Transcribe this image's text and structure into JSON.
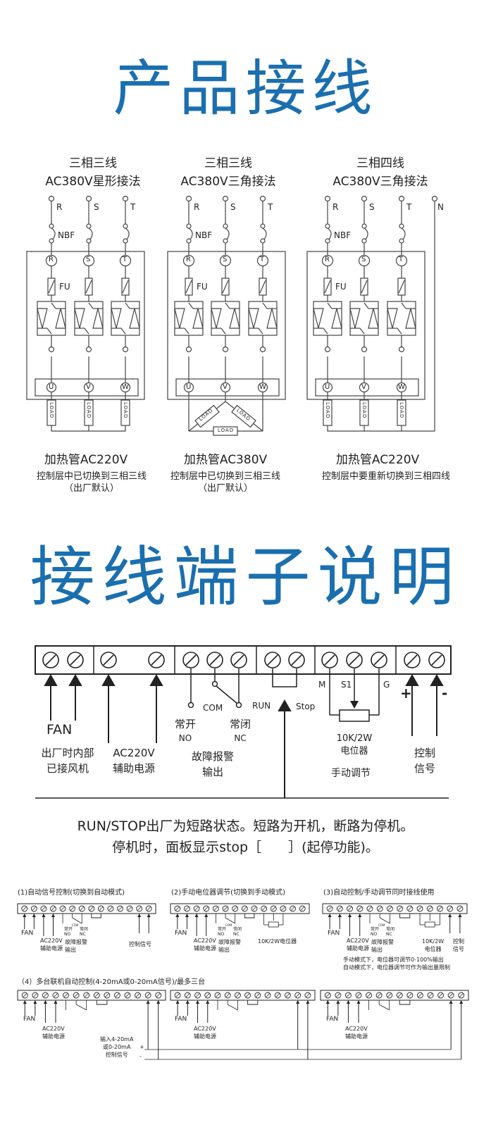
{
  "headings": {
    "product_wiring": "产品接线",
    "terminal_desc": "接线端子说明"
  },
  "wiring": [
    {
      "line1": "三相三线",
      "line2": "AC380V星形接法",
      "caption": "加热管AC220V",
      "note1": "控制层中已切换到三相三线",
      "note2": "（出厂默认）"
    },
    {
      "line1": "三相三线",
      "line2": "AC380V三角接法",
      "caption": "加热管AC380V",
      "note1": "控制层中已切换到三相三线",
      "note2": "（出厂默认）"
    },
    {
      "line1": "三相四线",
      "line2": "AC380V三角接法",
      "caption": "加热管AC220V",
      "note1": "控制层中要重新切换到三相四线",
      "note2": ""
    }
  ],
  "phase_labels": [
    "R",
    "S",
    "T",
    "N"
  ],
  "output_labels": [
    "U",
    "V",
    "W"
  ],
  "nbf": "NBF",
  "fu": "FU",
  "load": "LOAD",
  "terminal": {
    "fan": "FAN",
    "fan_note1": "出厂时内部",
    "fan_note2": "已接风机",
    "ac220_1": "AC220V",
    "ac220_2": "辅助电源",
    "com": "COM",
    "no_cn": "常开",
    "no": "NO",
    "nc_cn": "常闭",
    "nc": "NC",
    "alarm1": "故障报警",
    "alarm2": "输出",
    "run": "RUN",
    "stop": "Stop",
    "m": "M",
    "s1": "S1",
    "g": "G",
    "pot1": "10K/2W",
    "pot2": "电位器",
    "manual": "手动调节",
    "plus": "+",
    "minus": "-",
    "ctrl1": "控制",
    "ctrl2": "信号"
  },
  "run_note1": "RUN/STOP出厂为短路状态。短路为开机，断路为停机。",
  "run_note2": "停机时，面板显示stop［　　］(起停功能)。",
  "small": {
    "s1_title": "(1)自动信号控制(切换到自动模式)",
    "s2_title": "(2)手动电位器调节(切换到手动模式)",
    "s3_title": "(3)自动控制/手动调节同时接线使用",
    "s4_title": "（4）多台联机自动控制(4-20mA或0-20mA信号)/最多三台",
    "fan": "FAN",
    "ac220": "AC220V",
    "aux": "辅助电源",
    "no_cn": "常开",
    "no": "NO",
    "nc_cn": "常闭",
    "nc": "NC",
    "com": "COM",
    "alarm1": "故障报警",
    "alarm2": "输出",
    "ctrl": "控制信号",
    "ctrl1": "控制",
    "ctrl2": "信号",
    "pot_full": "10K/2W电位器",
    "pot1": "10K/2W",
    "pot2": "电位器",
    "manual_note1": "手动模式下，电位器可调节0-100%输出",
    "manual_note2": "自动模式下，电位器调节可作为输出量限制",
    "in1": "输入4-20mA",
    "in2": "或0-20mA",
    "in3": "控制信号",
    "plus": "+",
    "minus": "-"
  }
}
